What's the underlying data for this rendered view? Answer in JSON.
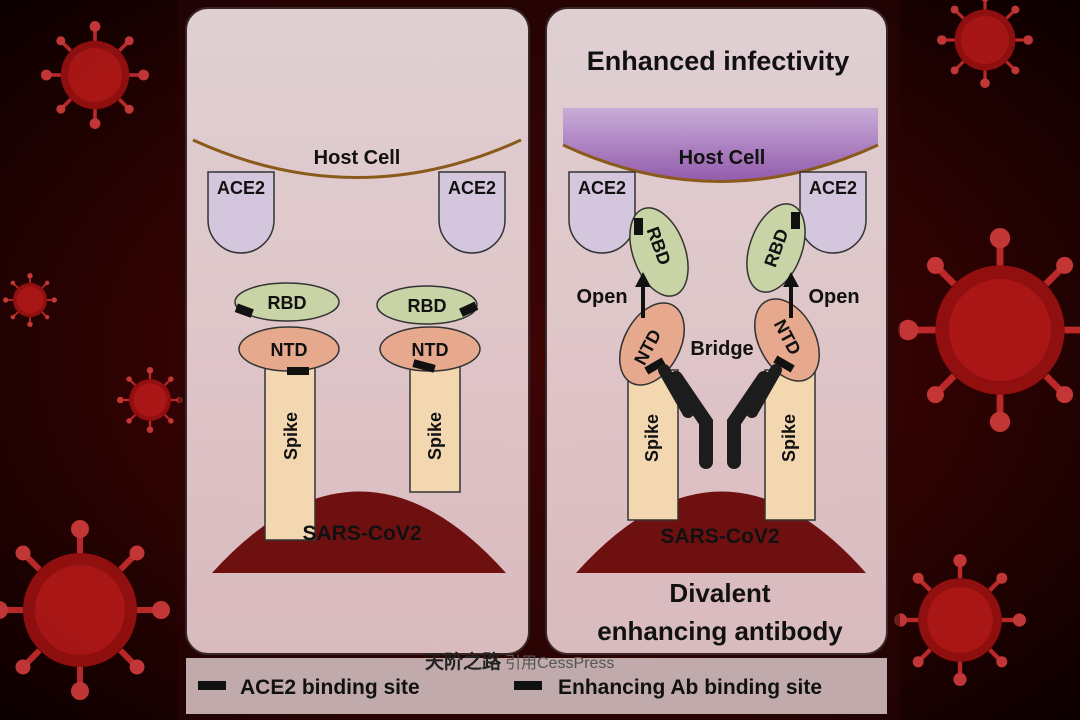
{
  "left_panel": {
    "host_cell": "Host Cell",
    "ace2_left": "ACE2",
    "ace2_right": "ACE2",
    "rbd_1": "RBD",
    "rbd_2": "RBD",
    "ntd_1": "NTD",
    "ntd_2": "NTD",
    "spike_1": "Spike",
    "spike_2": "Spike",
    "virus": "SARS-CoV2"
  },
  "right_panel": {
    "title": "Enhanced infectivity",
    "host_cell": "Host Cell",
    "ace2_left": "ACE2",
    "ace2_right": "ACE2",
    "rbd_1": "RBD",
    "rbd_2": "RBD",
    "ntd_1": "NTD",
    "ntd_2": "NTD",
    "open_1": "Open",
    "open_2": "Open",
    "bridge": "Bridge",
    "spike_1": "Spike",
    "spike_2": "Spike",
    "virus": "SARS-CoV2",
    "caption_line1": "Divalent",
    "caption_line2": "enhancing antibody"
  },
  "legend": {
    "ace2_site": "ACE2 binding site",
    "ab_site": "Enhancing Ab binding site"
  },
  "watermark": {
    "cn": "天阶之路",
    "en": "引用CessPress"
  },
  "colors": {
    "background": "#1a0000",
    "virus_red": "#b01515",
    "host_purple": "#8a4fa8",
    "ace2_fill": "#d4c6dd",
    "rbd_fill": "#c9d4a6",
    "ntd_fill": "#e6a98e",
    "spike_fill": "#f2d7b0",
    "virus_cap": "#6e1010",
    "antibody": "#1c1c1c"
  }
}
